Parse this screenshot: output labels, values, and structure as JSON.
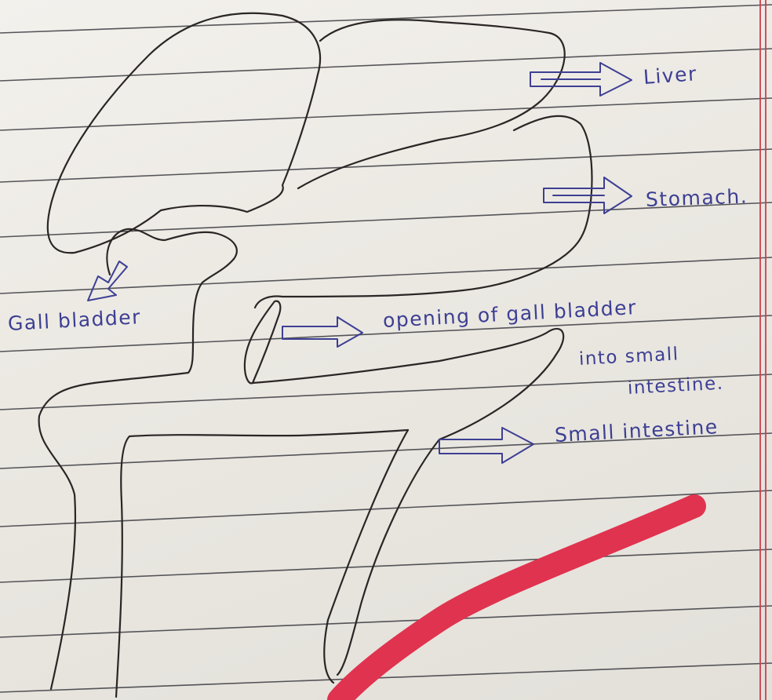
{
  "diagram": {
    "labels": {
      "liver": "Liver",
      "stomach": "Stomach.",
      "gall_bladder": "Gall bladder",
      "opening_line1": "opening of gall bladder",
      "opening_line2": "into small",
      "opening_line3": "intestine.",
      "small_intestine": "Small intestine"
    }
  },
  "colors": {
    "ink_blue": "#3d3f93",
    "pencil": "#2b2626",
    "ruled_line": "#2f2f36",
    "margin_line": "#c84050",
    "marker_stroke": "#e0334f"
  }
}
